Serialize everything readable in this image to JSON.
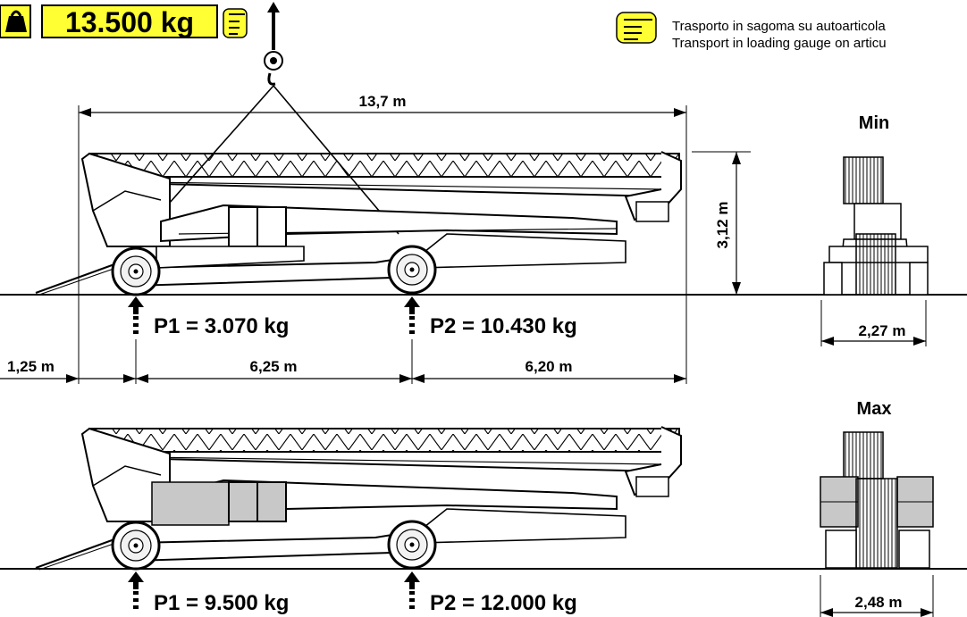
{
  "header": {
    "total_weight": "13.500 kg",
    "icons": [
      "weight-icon",
      "pointing-hand-icon",
      "lift-hook-icon"
    ]
  },
  "transport_note": {
    "line1": "Trasporto in sagoma su autoarticola",
    "line2": "Transport in loading gauge on articu",
    "icon": "pointing-hand-icon"
  },
  "dimensions": {
    "overall_length": "13,7 m",
    "height": "3,12 m",
    "front_overhang": "1,25 m",
    "wheelbase_1": "6,25 m",
    "wheelbase_2": "6,20 m"
  },
  "configurations": [
    {
      "view_label": "Min",
      "width": "2,27 m",
      "p1": "P1 = 3.070 kg",
      "p2": "P2 = 10.430 kg"
    },
    {
      "view_label": "Max",
      "width": "2,48 m",
      "p1": "P1 = 9.500 kg",
      "p2": "P2 = 12.000 kg"
    }
  ],
  "colors": {
    "highlight": "#ffff33",
    "line": "#000000",
    "ballast": "#c8c8c8"
  }
}
